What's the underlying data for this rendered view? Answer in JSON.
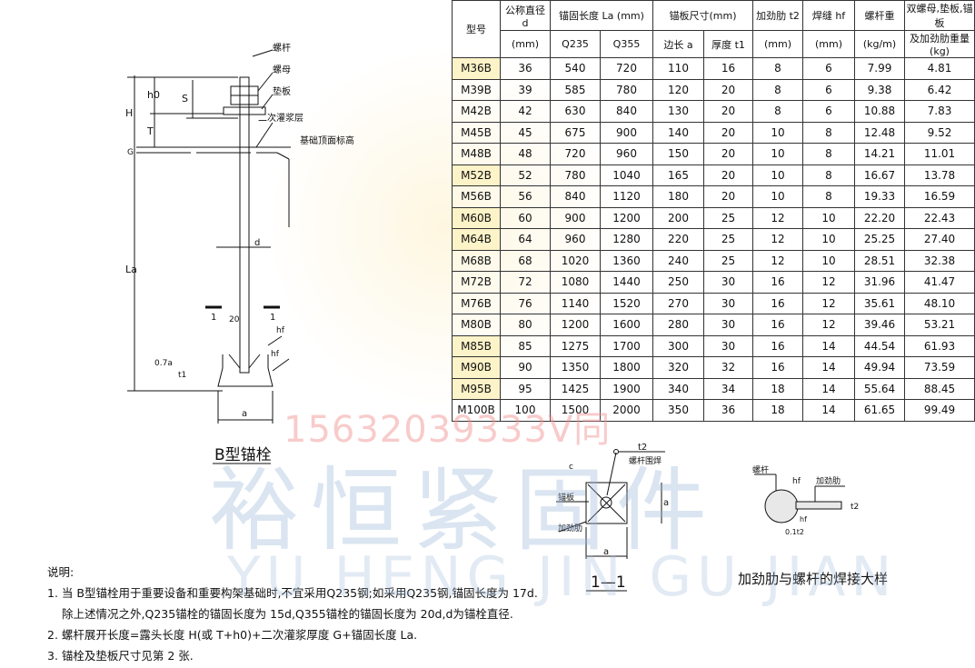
{
  "watermark": {
    "phone": "15632039333V同",
    "brand_cn": "裕恒紧固件",
    "brand_pinyin": "YU HENG JIN GU JIAN"
  },
  "table": {
    "headers": {
      "model": "型号",
      "d": "公称直径 d",
      "d_unit": "(mm)",
      "la": "锚固长度 La (mm)",
      "q235": "Q235",
      "q355": "Q355",
      "plate": "锚板尺寸(mm)",
      "a": "边长 a",
      "t1": "厚度 t1",
      "t2": "加劲肋 t2",
      "t2_unit": "(mm)",
      "hf": "焊缝 hf",
      "hf_unit": "(mm)",
      "weight": "螺杆重",
      "weight_unit": "(kg/m)",
      "extra": "双螺母,垫板,锚板",
      "extra2": "及加劲肋重量(kg)"
    },
    "rows": [
      [
        "M36B",
        "36",
        "540",
        "720",
        "110",
        "16",
        "8",
        "6",
        "7.99",
        "4.81"
      ],
      [
        "M39B",
        "39",
        "585",
        "780",
        "120",
        "20",
        "8",
        "6",
        "9.38",
        "6.42"
      ],
      [
        "M42B",
        "42",
        "630",
        "840",
        "130",
        "20",
        "8",
        "6",
        "10.88",
        "7.83"
      ],
      [
        "M45B",
        "45",
        "675",
        "900",
        "140",
        "20",
        "10",
        "8",
        "12.48",
        "9.52"
      ],
      [
        "M48B",
        "48",
        "720",
        "960",
        "150",
        "20",
        "10",
        "8",
        "14.21",
        "11.01"
      ],
      [
        "M52B",
        "52",
        "780",
        "1040",
        "165",
        "20",
        "10",
        "8",
        "16.67",
        "13.78"
      ],
      [
        "M56B",
        "56",
        "840",
        "1120",
        "180",
        "20",
        "10",
        "8",
        "19.33",
        "16.59"
      ],
      [
        "M60B",
        "60",
        "900",
        "1200",
        "200",
        "25",
        "12",
        "10",
        "22.20",
        "22.43"
      ],
      [
        "M64B",
        "64",
        "960",
        "1280",
        "220",
        "25",
        "12",
        "10",
        "25.25",
        "27.40"
      ],
      [
        "M68B",
        "68",
        "1020",
        "1360",
        "240",
        "25",
        "12",
        "10",
        "28.51",
        "32.38"
      ],
      [
        "M72B",
        "72",
        "1080",
        "1440",
        "250",
        "30",
        "16",
        "12",
        "31.96",
        "41.47"
      ],
      [
        "M76B",
        "76",
        "1140",
        "1520",
        "270",
        "30",
        "16",
        "12",
        "35.61",
        "48.10"
      ],
      [
        "M80B",
        "80",
        "1200",
        "1600",
        "280",
        "30",
        "16",
        "12",
        "39.46",
        "53.21"
      ],
      [
        "M85B",
        "85",
        "1275",
        "1700",
        "300",
        "30",
        "16",
        "14",
        "44.54",
        "61.93"
      ],
      [
        "M90B",
        "90",
        "1350",
        "1800",
        "320",
        "32",
        "16",
        "14",
        "49.94",
        "73.59"
      ],
      [
        "M95B",
        "95",
        "1425",
        "1900",
        "340",
        "34",
        "18",
        "14",
        "55.64",
        "88.45"
      ],
      [
        "M100B",
        "100",
        "1500",
        "2000",
        "350",
        "36",
        "18",
        "14",
        "61.65",
        "99.49"
      ]
    ]
  },
  "drawing": {
    "labels": {
      "rod": "螺杆",
      "nut": "螺母",
      "washer": "垫板",
      "grout": "二次灌浆层",
      "foundation": "基础顶面标高",
      "H": "H",
      "h0": "h0",
      "S": "S",
      "T": "T",
      "G": "G",
      "La": "La",
      "d": "d",
      "sec1": "1",
      "sec1b": "1",
      "twenty": "20",
      "hf": "hf",
      "hf2": "hf",
      "c07a": "0.7a",
      "t1": "t1",
      "a": "a"
    },
    "title": "B型锚栓"
  },
  "section": {
    "t2": "t2",
    "weld": "螺杆围焊",
    "c": "c",
    "plate": "锚板",
    "rib": "加劲肋",
    "a": "a",
    "a2": "a",
    "title": "1—1"
  },
  "detail": {
    "rod": "螺杆",
    "hf": "hf",
    "rib": "加劲肋",
    "t2": "t2",
    "hf2": "hf",
    "r": "0.1t2",
    "title": "加劲肋与螺杆的焊接大样"
  },
  "notes": {
    "heading": "说明:",
    "items": [
      "1. 当 B型锚栓用于重要设备和重要构架基础时,不宜采用Q235钢;如采用Q235钢,锚固长度为 17d.",
      "除上述情况之外,Q235锚栓的锚固长度为 15d,Q355锚栓的锚固长度为 20d,d为锚栓直径.",
      "2. 螺杆展开长度=露头长度 H(或 T+h0)+二次灌浆厚度 G+锚固长度 La.",
      "3. 锚栓及垫板尺寸见第 2 张."
    ]
  }
}
